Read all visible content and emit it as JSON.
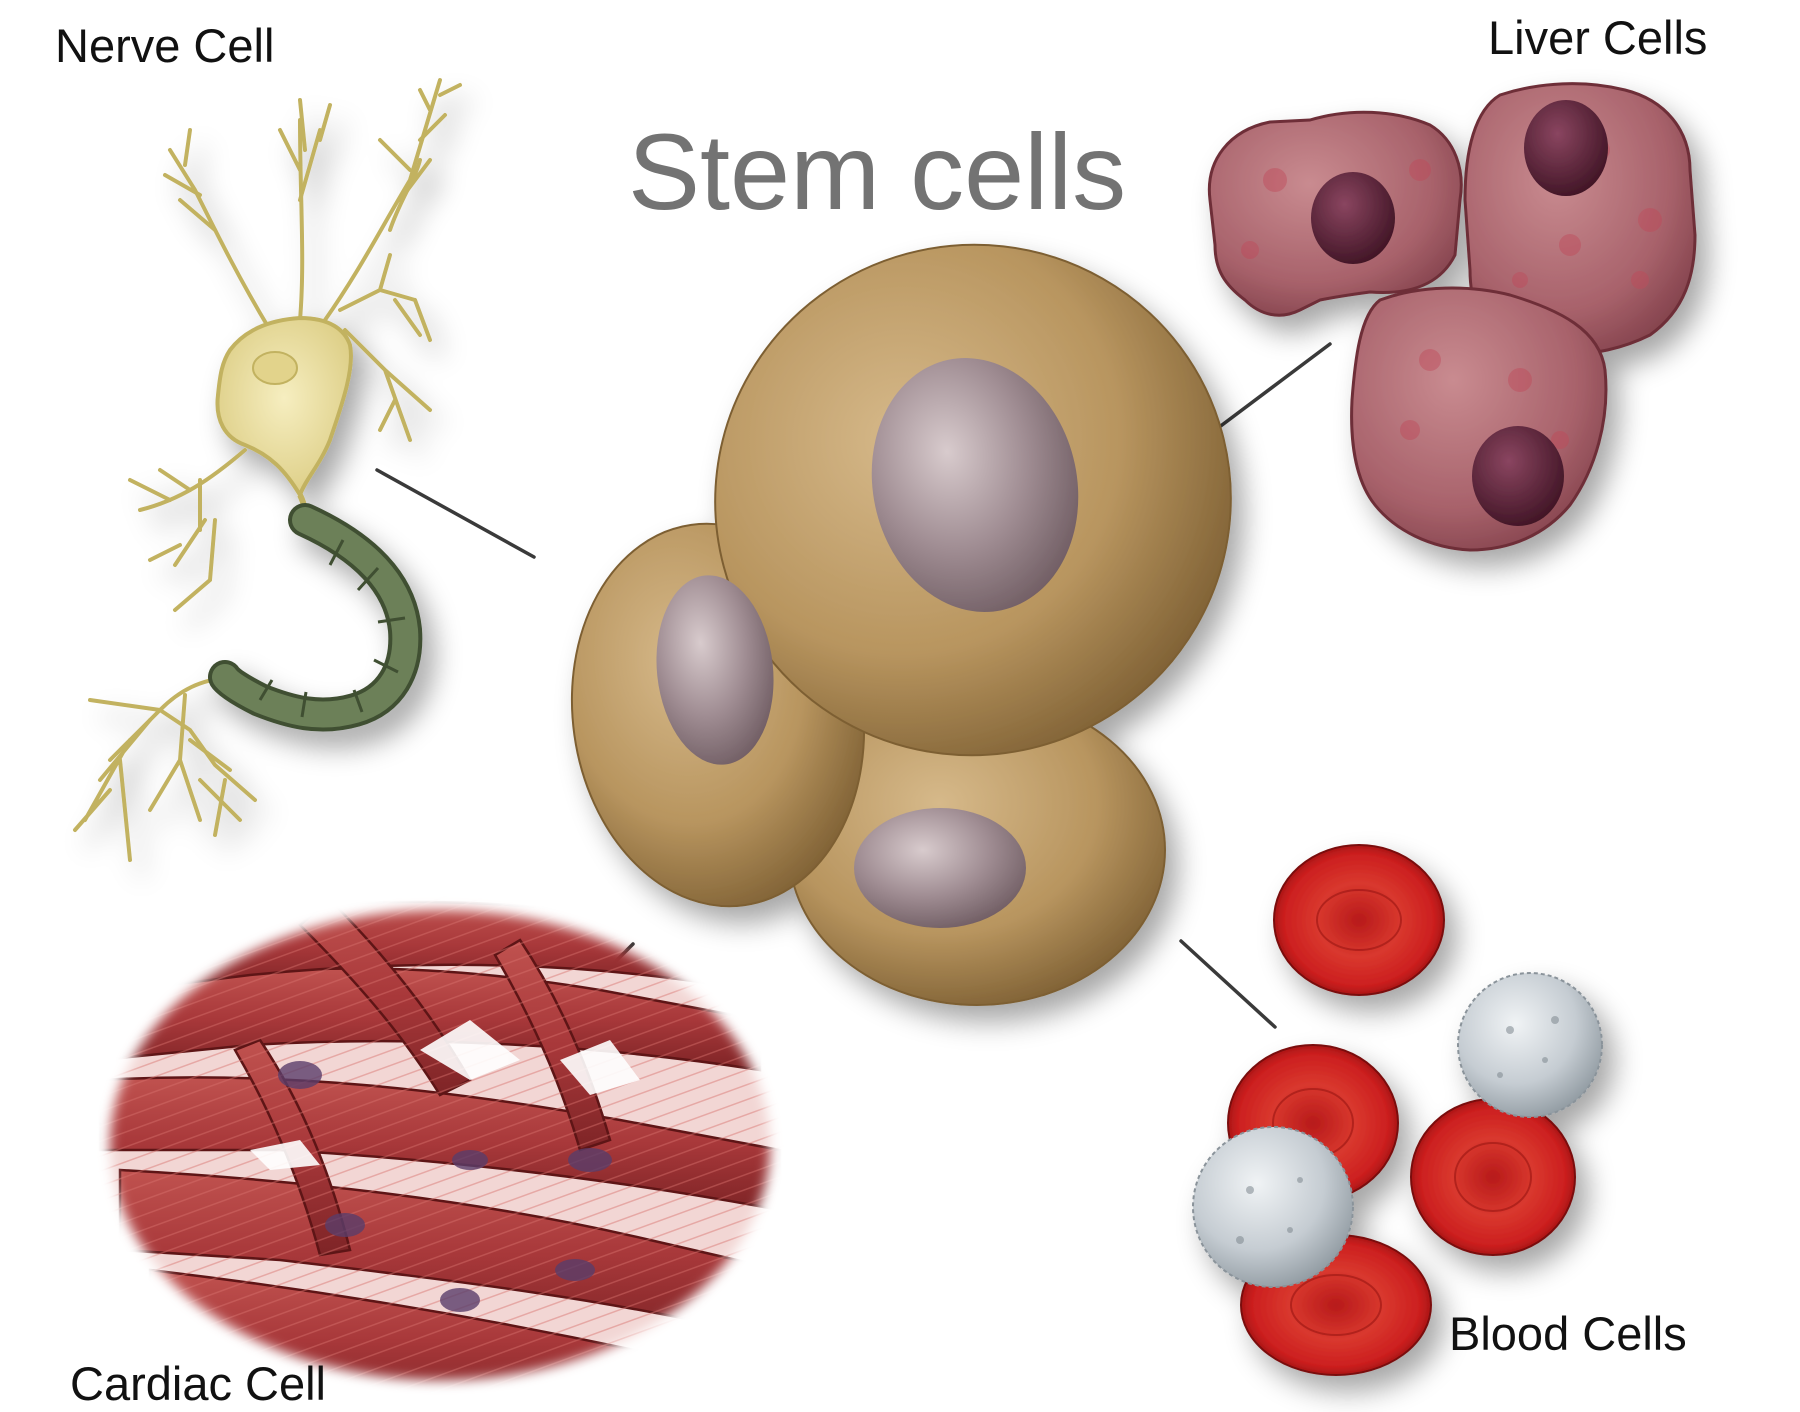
{
  "title": "Stem cells",
  "labels": {
    "nerve": "Nerve Cell",
    "liver": "Liver Cells",
    "cardiac": "Cardiac Cell",
    "blood": "Blood Cells"
  },
  "colors": {
    "title": "#737373",
    "label": "#111111",
    "stem_cell": "#b8955f",
    "stem_nucleus": "#a08d93",
    "nerve_cell": "#e8dc9c",
    "myelin": "#5f7350",
    "liver_cell": "#a8626b",
    "liver_nucleus": "#5e2437",
    "cardiac_tissue": "#a8383a",
    "red_blood_cell": "#cc1f1f",
    "white_blood_cell": "#c5ccd2",
    "connector": "#3a3a3a"
  }
}
